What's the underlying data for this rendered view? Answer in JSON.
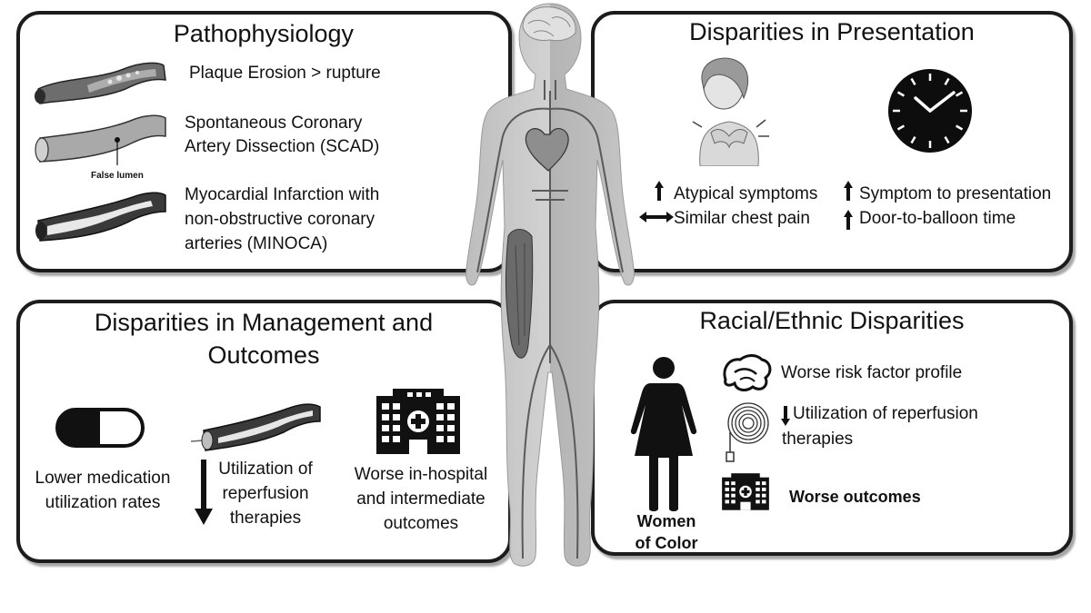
{
  "colors": {
    "border": "#1c1c1c",
    "text": "#111111",
    "body_light": "#c8c8c8",
    "body_dark": "#8a8a8a",
    "vessel": "#5a5a5a"
  },
  "pathophysiology": {
    "title": "Pathophysiology",
    "item1": "Plaque Erosion > rupture",
    "item2_line1": "Spontaneous Coronary",
    "item2_line2": "Artery Dissection (SCAD)",
    "false_lumen_label": "False lumen",
    "item3_line1": "Myocardial Infarction with",
    "item3_line2": "non-obstructive coronary",
    "item3_line3": "arteries (MINOCA)"
  },
  "presentation": {
    "title": "Disparities in Presentation",
    "item1": "Atypical symptoms",
    "item2": "Similar chest pain",
    "item3": "Symptom to presentation",
    "item4": "Door-to-balloon time"
  },
  "management": {
    "title_line1": "Disparities in Management and",
    "title_line2": "Outcomes",
    "col1_line1": "Lower medication",
    "col1_line2": "utilization rates",
    "col2_line1": "Utilization of",
    "col2_line2": "reperfusion",
    "col2_line3": "therapies",
    "col3_line1": "Worse in-hospital",
    "col3_line2": "and intermediate",
    "col3_line3": "outcomes"
  },
  "racial": {
    "title": "Racial/Ethnic Disparities",
    "item1": "Worse risk factor profile",
    "item2_line1": "Utilization of reperfusion",
    "item2_line2": "therapies",
    "item3": "Worse outcomes",
    "women_line1": "Women",
    "women_line2": "of Color"
  }
}
